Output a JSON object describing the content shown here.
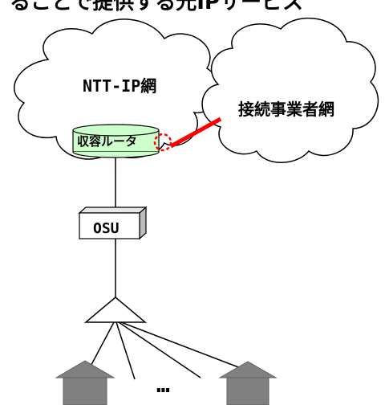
{
  "title": "ることで提供する光IPサービス",
  "diagram": {
    "ntt_network_label": "NTT-IP網",
    "isp_network_label": "接続事業者網",
    "router_label": "収容ルータ",
    "osu_label": "OSU",
    "ellipsis": "…"
  },
  "colors": {
    "cloud_stroke": "#000000",
    "router_fill": "#ccffcc",
    "link_red": "#ff0000",
    "osu_fill": "#ffffff",
    "house_fill": "#808080"
  }
}
